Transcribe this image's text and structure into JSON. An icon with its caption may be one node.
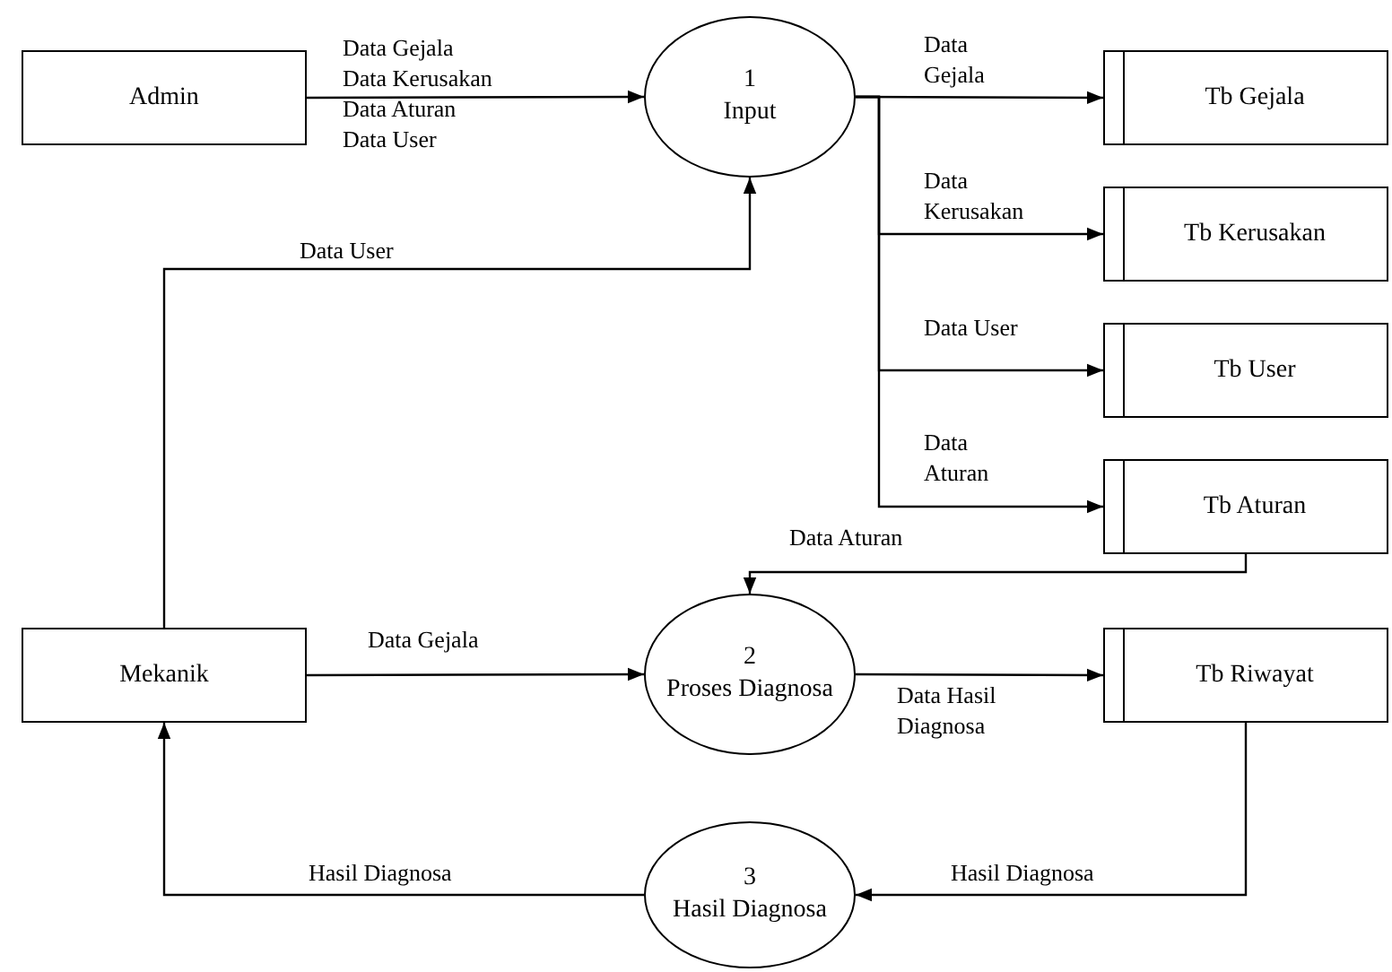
{
  "diagram": {
    "nodes": [
      {
        "text": [
          "Admin"
        ]
      },
      {
        "text": [
          "1",
          "Input"
        ]
      },
      {
        "text": [
          "Tb Gejala"
        ]
      },
      {
        "text": [
          "Tb Kerusakan"
        ]
      },
      {
        "text": [
          "Tb User"
        ]
      },
      {
        "text": [
          "Tb Aturan"
        ]
      },
      {
        "text": [
          "Mekanik"
        ]
      },
      {
        "text": [
          "2",
          "Proses Diagnosa"
        ]
      },
      {
        "text": [
          "Tb Riwayat"
        ]
      },
      {
        "text": [
          "3",
          "Hasil Diagnosa"
        ]
      }
    ],
    "edges": [
      {
        "from": 0,
        "to": 1,
        "arrow": "to",
        "label": "Data Gejala Data Kerusakan Data Aturan Data User"
      },
      {
        "from": 1,
        "to": 2,
        "arrow": "to",
        "label": "Data Gejala"
      },
      {
        "from": 1,
        "to": 3,
        "arrow": "to",
        "label": "Data Kerusakan"
      },
      {
        "from": 1,
        "to": 4,
        "arrow": "to",
        "label": "Data User"
      },
      {
        "from": 1,
        "to": 5,
        "arrow": "to",
        "label": "Data Aturan"
      },
      {
        "from": 6,
        "to": 1,
        "arrow": "to",
        "label": "Data User"
      },
      {
        "from": 5,
        "to": 7,
        "arrow": "to",
        "label": "Data Aturan"
      },
      {
        "from": 6,
        "to": 7,
        "arrow": "to",
        "label": "Data Gejala"
      },
      {
        "from": 7,
        "to": 8,
        "arrow": "to",
        "label": "Data Hasil Diagnosa"
      },
      {
        "from": 8,
        "to": 9,
        "arrow": "to",
        "label": "Hasil Diagnosa"
      },
      {
        "from": 9,
        "to": 6,
        "arrow": "to",
        "label": "Hasil Diagnosa"
      }
    ]
  }
}
